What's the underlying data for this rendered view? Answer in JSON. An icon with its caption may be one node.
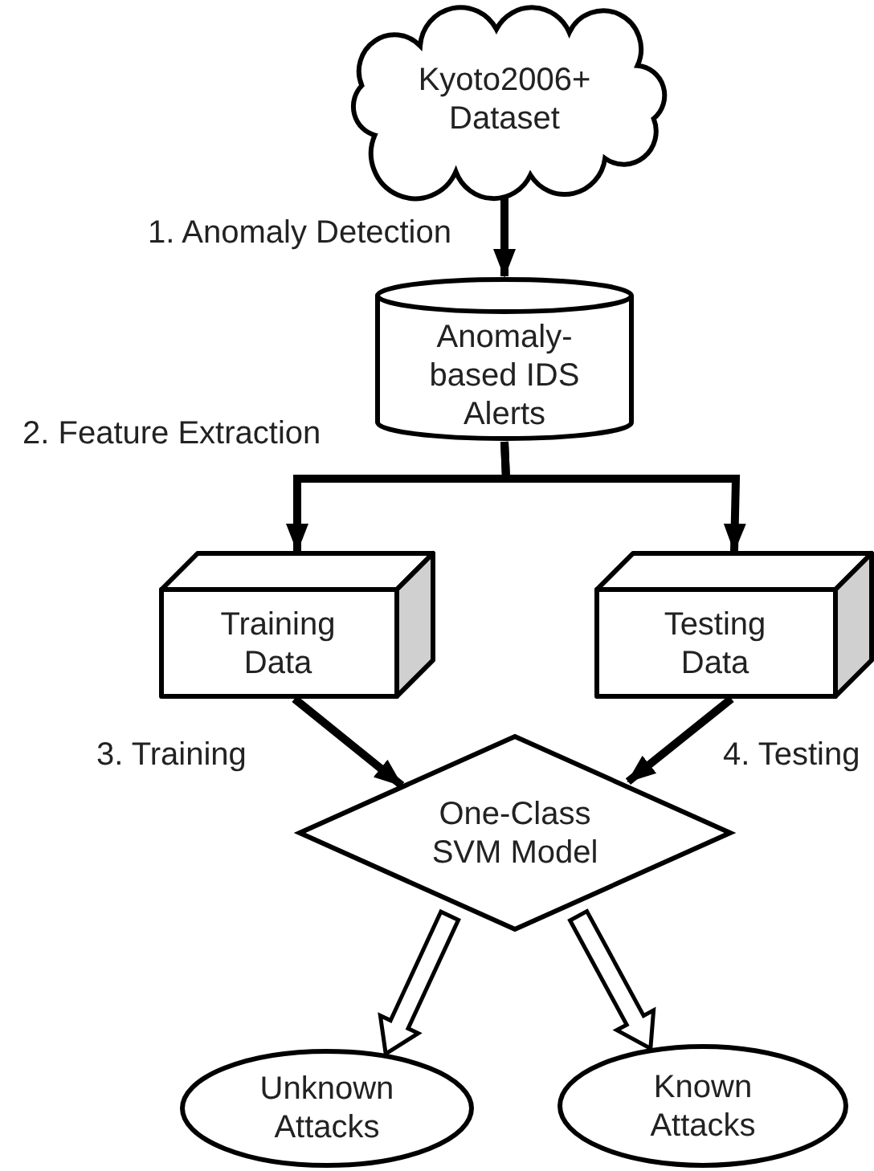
{
  "diagram": {
    "nodes": [
      {
        "text": [
          "Kyoto2006+ Dataset"
        ]
      },
      {
        "text": [
          "Anomaly-based IDS Alerts"
        ]
      },
      {
        "text": [
          "Training Data"
        ]
      },
      {
        "text": [
          "Testing Data"
        ]
      },
      {
        "text": [
          "One-Class SVM Model"
        ]
      },
      {
        "text": [
          "Unknown Attacks"
        ]
      },
      {
        "text": [
          "Known Attacks"
        ]
      }
    ],
    "edges": [
      {
        "from": 0,
        "to": 1,
        "arrow": "to",
        "label": "1. Anomaly Detection"
      },
      {
        "from": 1,
        "to": 2,
        "arrow": "to",
        "label": "2. Feature Extraction"
      },
      {
        "from": 1,
        "to": 3,
        "arrow": "to"
      },
      {
        "from": 2,
        "to": 4,
        "arrow": "to",
        "label": "3. Training"
      },
      {
        "from": 3,
        "to": 4,
        "arrow": "to",
        "label": "4. Testing"
      },
      {
        "from": 4,
        "to": 5,
        "arrow": "to",
        "style": "thick"
      },
      {
        "from": 4,
        "to": 6,
        "arrow": "to",
        "style": "thick"
      }
    ]
  }
}
